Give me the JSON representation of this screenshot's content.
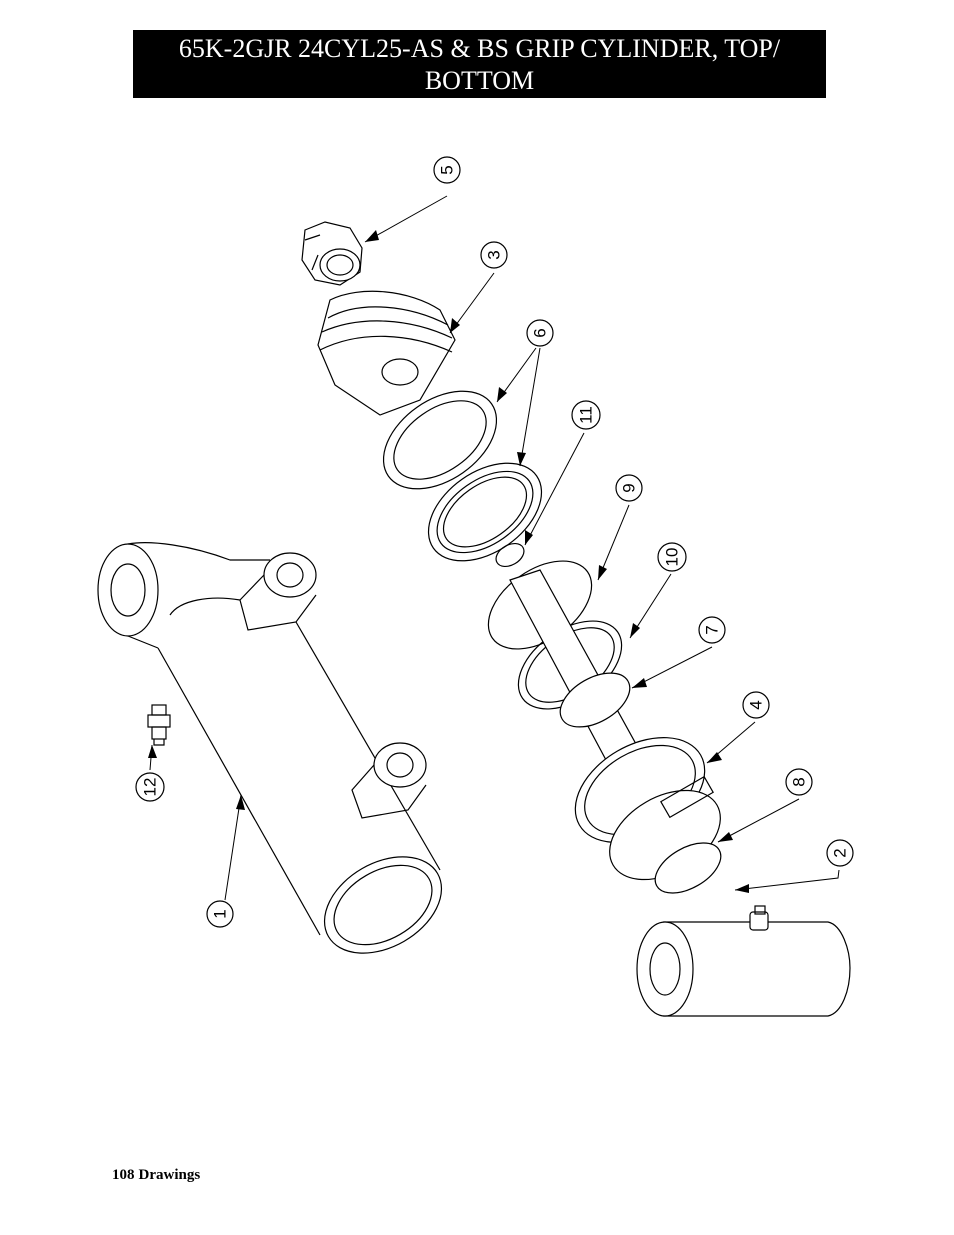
{
  "header": {
    "title": "65K-2GJR 24CYL25-AS & BS GRIP CYLINDER, TOP/ BOTTOM"
  },
  "drawing": {
    "callouts": [
      {
        "id": "balloon-5",
        "label": "5"
      },
      {
        "id": "balloon-3",
        "label": "3"
      },
      {
        "id": "balloon-6",
        "label": "6"
      },
      {
        "id": "balloon-11",
        "label": "11"
      },
      {
        "id": "balloon-9",
        "label": "9"
      },
      {
        "id": "balloon-10",
        "label": "10"
      },
      {
        "id": "balloon-7",
        "label": "7"
      },
      {
        "id": "balloon-4",
        "label": "4"
      },
      {
        "id": "balloon-8",
        "label": "8"
      },
      {
        "id": "balloon-2",
        "label": "2"
      },
      {
        "id": "balloon-12",
        "label": "12"
      },
      {
        "id": "balloon-1",
        "label": "1"
      }
    ]
  },
  "footer": {
    "page_number": "108",
    "section": "Drawings"
  }
}
